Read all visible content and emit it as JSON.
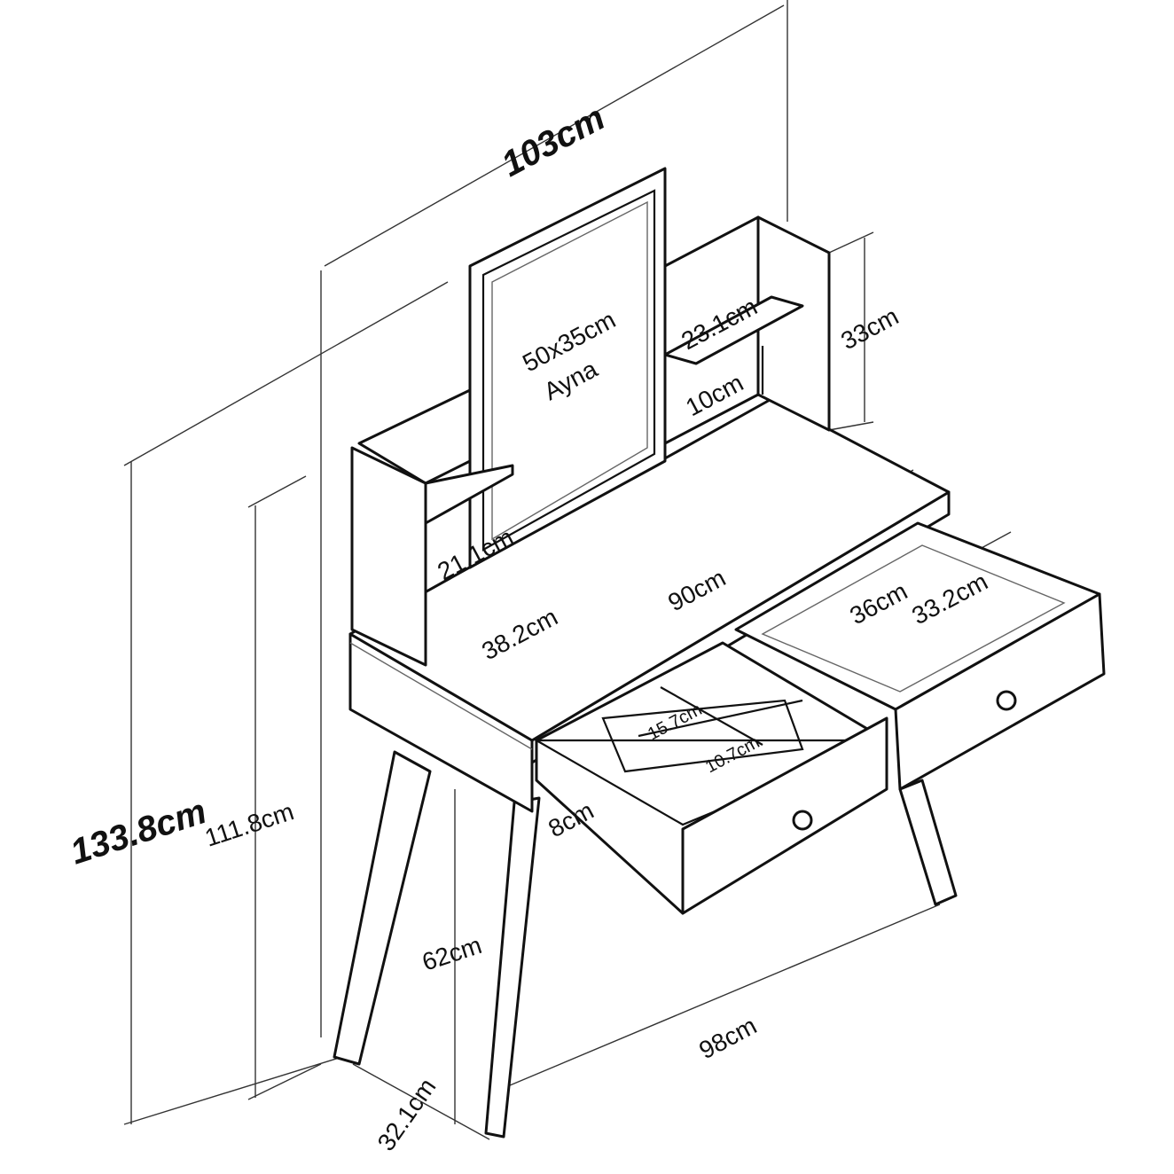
{
  "dimensions": {
    "total_width": "103cm",
    "mirror_size": "50x35cm",
    "mirror_name": "Ayna",
    "shelf_depth": "23.1cm",
    "hutch_height": "33cm",
    "shelf_gap": "10cm",
    "left_shelf_height": "21.1cm",
    "desk_width": "90cm",
    "desk_depth": "38.2cm",
    "drawer_width": "36cm",
    "drawer_depth": "33.2cm",
    "compartment_a": "15.7cm",
    "compartment_b": "10.7cm",
    "drawer_height": "8cm",
    "total_height": "133.8cm",
    "hutch_top_height": "111.8cm",
    "leg_height": "62cm",
    "leg_span_width": "98cm",
    "leg_span_depth": "32.1cm"
  }
}
